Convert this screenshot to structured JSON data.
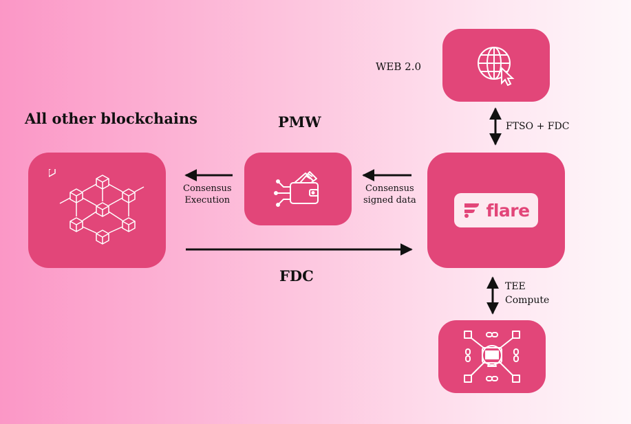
{
  "labels": {
    "blockchains_title": "All other blockchains",
    "pmw_title": "PMW",
    "fdc_bottom": "FDC",
    "web2": "WEB 2.0",
    "ftso_fdc": "FTSO + FDC",
    "consensus_execution": "Consensus\nExecution",
    "consensus_signed": "Consensus\nsigned data",
    "tee_compute": "TEE\nCompute",
    "flare_brand": "flare"
  },
  "colors": {
    "box": "#e24679",
    "badge": "#fde9f0",
    "arrow": "#111111"
  },
  "icons": {
    "blockchains": "cubes-network-icon",
    "pmw": "wallet-icon",
    "web": "globe-cursor-icon",
    "flare": "flare-logo-icon",
    "tee": "chain-monitor-icon"
  }
}
